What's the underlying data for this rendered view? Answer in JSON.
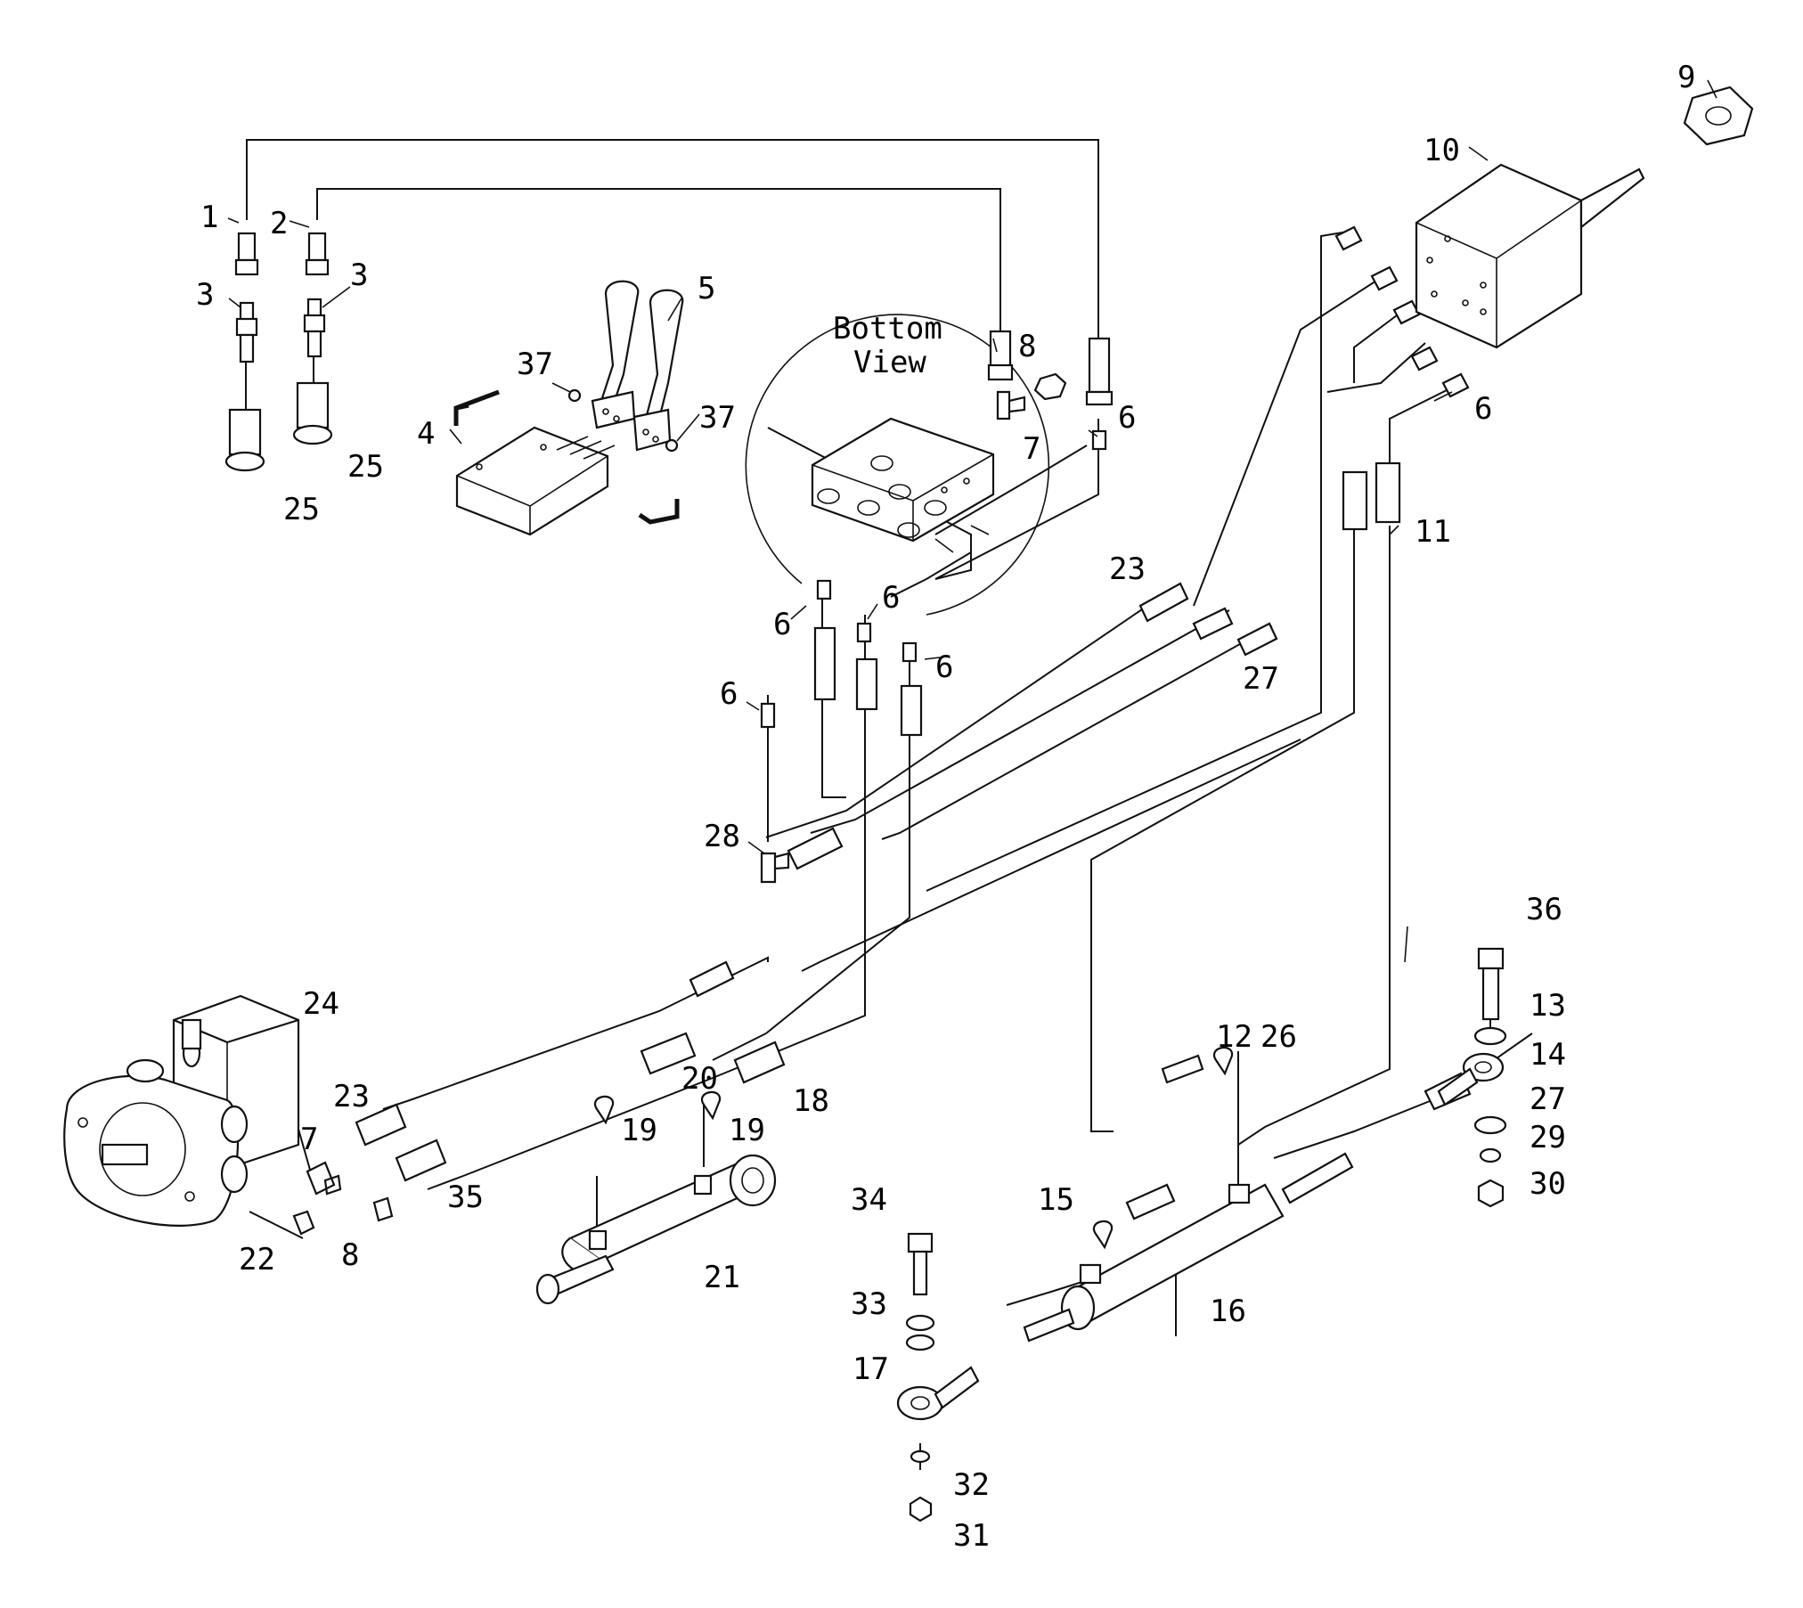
{
  "diagram": {
    "view_label_line1": "Bottom",
    "view_label_line2": "View",
    "callouts": {
      "c1": "1",
      "c2": "2",
      "c3a": "3",
      "c3b": "3",
      "c4": "4",
      "c5": "5",
      "c6a": "6",
      "c6b": "6",
      "c6c": "6",
      "c6d": "6",
      "c6e": "6",
      "c6f": "6",
      "c6g": "6",
      "c7a": "7",
      "c7b": "7",
      "c8a": "8",
      "c8b": "8",
      "c9": "9",
      "c10": "10",
      "c11": "11",
      "c12": "12",
      "c13": "13",
      "c14": "14",
      "c15": "15",
      "c16": "16",
      "c17": "17",
      "c18": "18",
      "c19a": "19",
      "c19b": "19",
      "c20": "20",
      "c21": "21",
      "c22": "22",
      "c23a": "23",
      "c23b": "23",
      "c24": "24",
      "c25a": "25",
      "c25b": "25",
      "c26": "26",
      "c27a": "27",
      "c27b": "27",
      "c28": "28",
      "c29": "29",
      "c30": "30",
      "c31": "31",
      "c32": "32",
      "c33": "33",
      "c34": "34",
      "c35": "35",
      "c36": "36",
      "c37a": "37",
      "c37b": "37"
    }
  }
}
